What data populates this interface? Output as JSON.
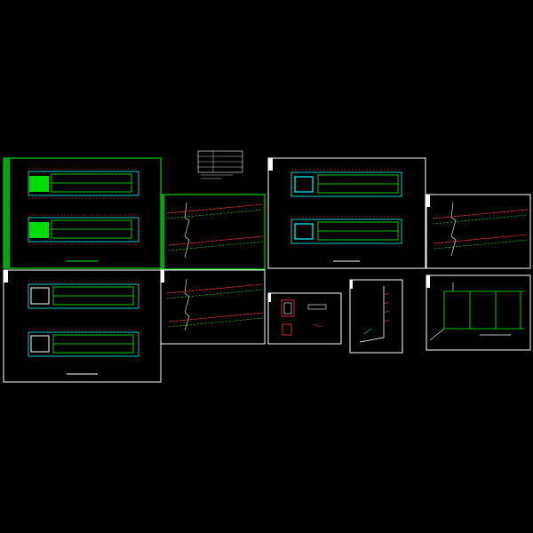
{
  "sheets": [
    {
      "id": "plan-1",
      "title": "",
      "kind": "floor-plan-pair",
      "highlighted": true
    },
    {
      "id": "legend-table",
      "title": "",
      "kind": "legend-table",
      "highlighted": false
    },
    {
      "id": "system-1",
      "title": "",
      "kind": "isometric-system",
      "highlighted": true
    },
    {
      "id": "plan-2",
      "title": "",
      "kind": "floor-plan-pair",
      "highlighted": false
    },
    {
      "id": "system-2",
      "title": "",
      "kind": "isometric-system",
      "highlighted": false
    },
    {
      "id": "plan-3",
      "title": "",
      "kind": "floor-plan-pair",
      "highlighted": false
    },
    {
      "id": "system-3",
      "title": "",
      "kind": "isometric-system",
      "highlighted": false
    },
    {
      "id": "detail-1",
      "title": "",
      "kind": "detail",
      "highlighted": false
    },
    {
      "id": "riser-1",
      "title": "",
      "kind": "riser",
      "highlighted": false
    },
    {
      "id": "riser-2",
      "title": "",
      "kind": "riser-diagram",
      "highlighted": false
    }
  ],
  "colors": {
    "background": "#000000",
    "sheet_border": "#ffffff",
    "highlight_border": "#00ff00",
    "plan_walls": "#ffffff",
    "plan_pipes": "#00ff00",
    "plan_dims": "#ff3333",
    "plan_axis": "#00ffff",
    "system_lines": "#ffffff",
    "system_red": "#ff3333",
    "system_green": "#00ff00"
  }
}
